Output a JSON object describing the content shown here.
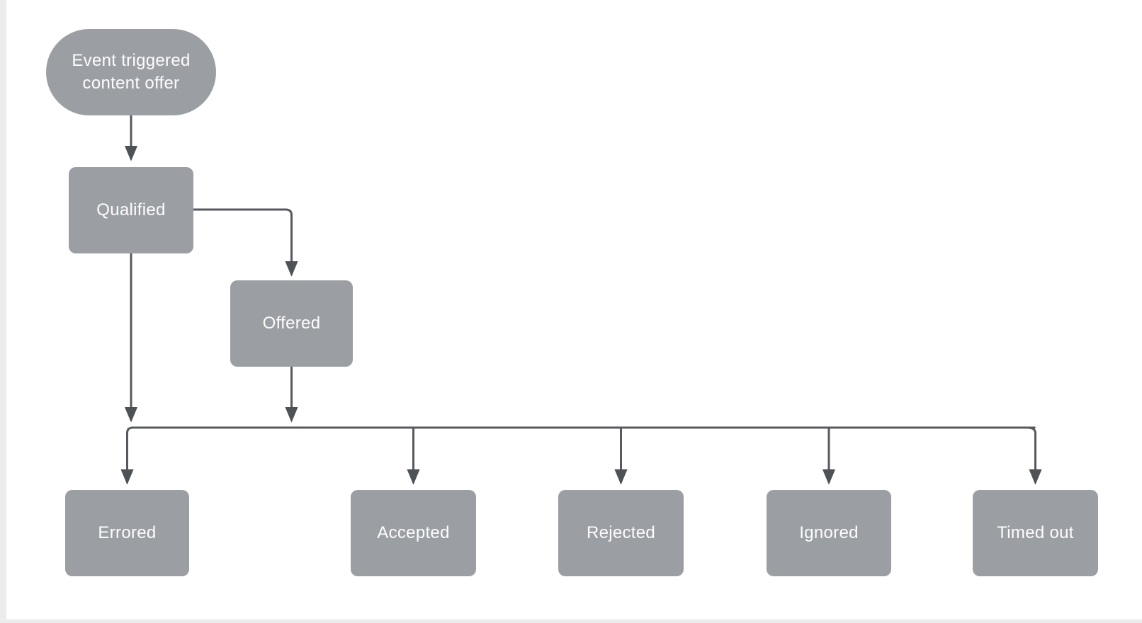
{
  "diagram": {
    "type": "flowchart",
    "colors": {
      "node_fill": "#9b9fa4",
      "node_text": "#fdfdfd",
      "edge_stroke": "#56595d",
      "arrowhead_fill": "#4e5155",
      "background": "#ffffff"
    },
    "nodes": {
      "start": {
        "label": "Event triggered\ncontent offer",
        "shape": "stadium"
      },
      "qualified": {
        "label": "Qualified",
        "shape": "rect"
      },
      "offered": {
        "label": "Offered",
        "shape": "rect"
      },
      "errored": {
        "label": "Errored",
        "shape": "rect"
      },
      "accepted": {
        "label": "Accepted",
        "shape": "rect"
      },
      "rejected": {
        "label": "Rejected",
        "shape": "rect"
      },
      "ignored": {
        "label": "Ignored",
        "shape": "rect"
      },
      "timedout": {
        "label": "Timed out",
        "shape": "rect"
      }
    },
    "edges": [
      {
        "from": "start",
        "to": "qualified"
      },
      {
        "from": "qualified",
        "to": "offered"
      },
      {
        "from": "qualified",
        "to": "outcome-bus"
      },
      {
        "from": "offered",
        "to": "outcome-bus"
      },
      {
        "from": "outcome-bus",
        "to": "errored"
      },
      {
        "from": "outcome-bus",
        "to": "accepted"
      },
      {
        "from": "outcome-bus",
        "to": "rejected"
      },
      {
        "from": "outcome-bus",
        "to": "ignored"
      },
      {
        "from": "outcome-bus",
        "to": "timedout"
      }
    ]
  }
}
